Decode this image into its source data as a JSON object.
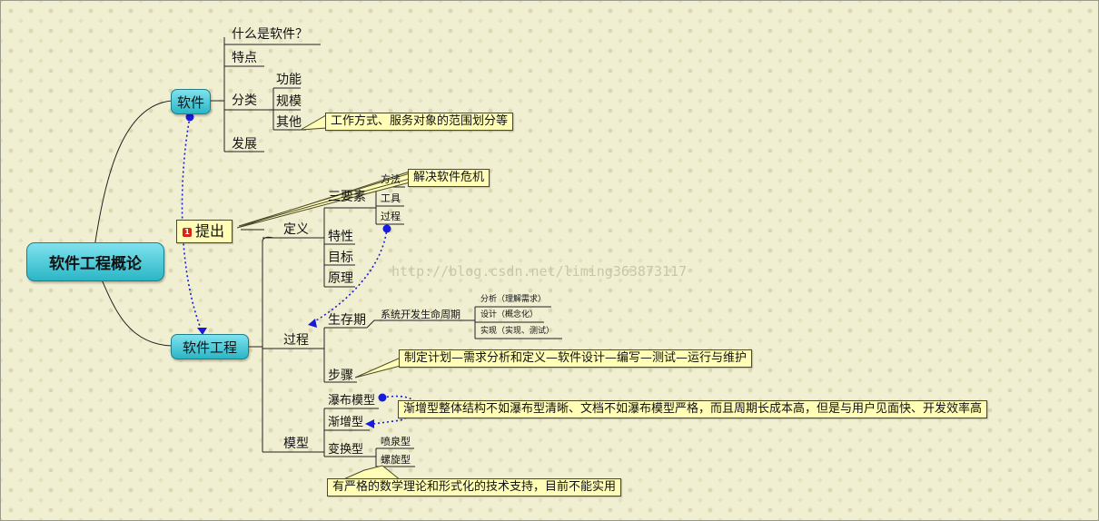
{
  "root": "软件工程概论",
  "software": {
    "label": "软件",
    "what": "什么是软件？",
    "features": "特点",
    "category": "分类",
    "cat_items": [
      "功能",
      "规模",
      "其他"
    ],
    "other_note": "工作方式、服务对象的范围划分等",
    "development": "发展"
  },
  "proposal": {
    "flag": "1",
    "label": "提出",
    "three_elements": "三要素",
    "element_items": [
      "方法",
      "工具",
      "过程"
    ],
    "method_note": "解决软件危机"
  },
  "se": {
    "label": "软件工程",
    "definition": "定义",
    "def_items": [
      "特性",
      "目标",
      "原理"
    ],
    "process": "过程",
    "lifecycle": "生存期",
    "sdlc": "系统开发生命周期",
    "sdlc_items": [
      "分析（理解需求）",
      "设计（概念化）",
      "实现（实现、测试）"
    ],
    "steps": "步骤",
    "steps_note": "制定计划—需求分析和定义—软件设计—编写—测试—运行与维护",
    "model": "模型",
    "waterfall": "瀑布模型",
    "incremental": "渐增型",
    "incremental_note": "渐增型整体结构不如瀑布型清晰、文档不如瀑布模型严格，而且周期长成本高，但是与用户见面快、开发效率高",
    "transform": "变换型",
    "transform_items": [
      "喷泉型",
      "螺旋型"
    ],
    "transform_note": "有严格的数学理论和形式化的技术支持，目前不能实用"
  },
  "watermark": "http://blog.csdn.net/liming363873117",
  "colors": {
    "node_fill": "#2bb6c6",
    "note_fill": "#fffdb6",
    "link": "#1a1adc",
    "background": "#f1efd2"
  }
}
